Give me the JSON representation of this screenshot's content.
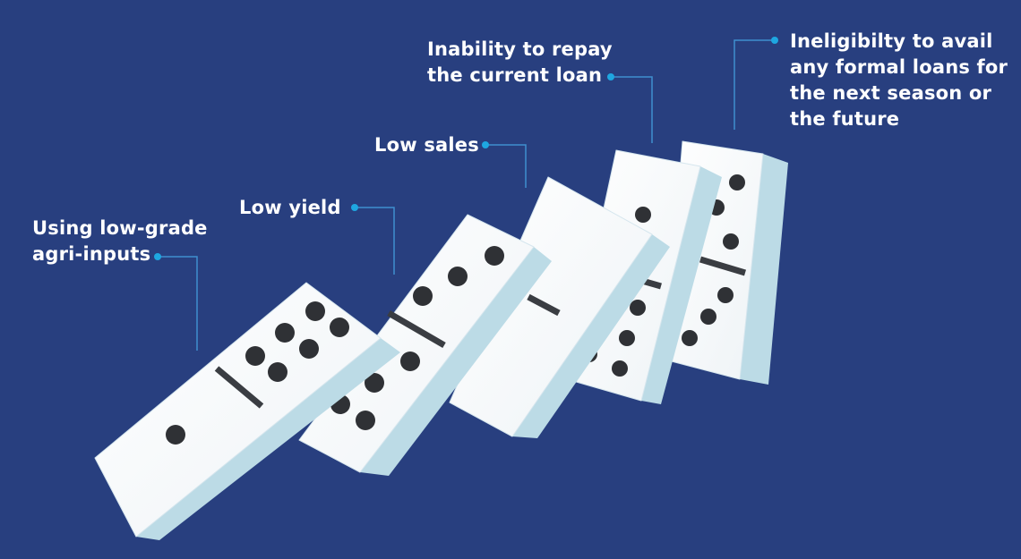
{
  "labels": [
    {
      "text": "Using low-grade\nagri-inputs"
    },
    {
      "text": "Low yield"
    },
    {
      "text": "Low sales"
    },
    {
      "text": "Inability to repay\nthe current loan"
    },
    {
      "text": "Ineligibilty to avail\nany formal loans for\nthe next season or\nthe future"
    }
  ],
  "colors": {
    "background": "#283f7f",
    "callout_dot": "#1ea7e1",
    "callout_line": "#3f8fcf",
    "domino_face": "#ffffff",
    "domino_side": "#bcdbe6",
    "pip": "#2f3135",
    "divider": "#3a3d42",
    "label_text": "#ffffff"
  }
}
